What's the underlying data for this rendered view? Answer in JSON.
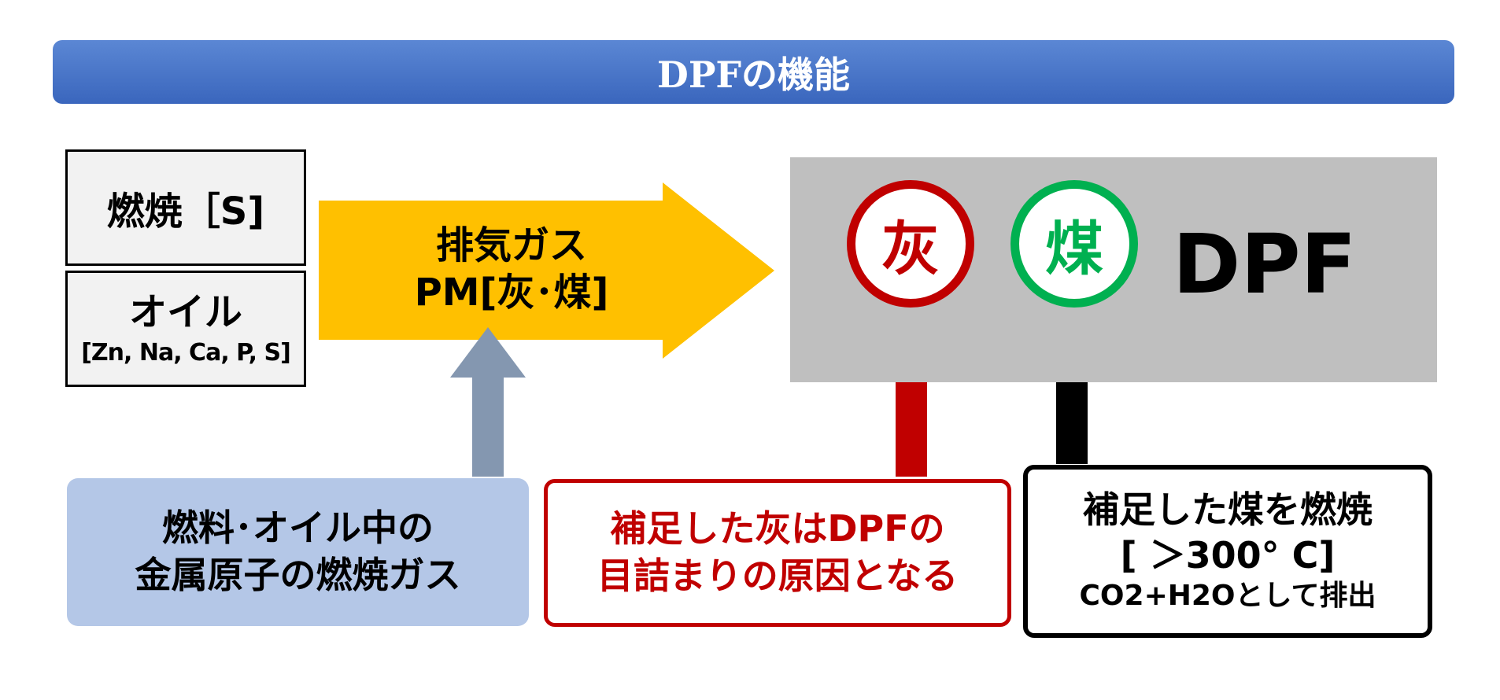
{
  "title": "DPFの機能",
  "sources": {
    "combustion": "燃焼［S]",
    "oil_main": "オイル",
    "oil_elements": "[Zn, Na, Ca, P, S]"
  },
  "exhaust": {
    "line1": "排気ガス",
    "line2": "PM[灰･煤]"
  },
  "dpf": {
    "ash_symbol": "灰",
    "soot_symbol": "煤",
    "label": "DPF"
  },
  "notes": {
    "metal_line1": "燃料･オイル中の",
    "metal_line2": "金属原子の燃焼ガス",
    "ash_line1": "補足した灰はDPFの",
    "ash_line2": "目詰まりの原因となる",
    "soot_line1": "補足した煤を燃焼",
    "soot_line2": "[ ＞300° C]",
    "soot_line3": "CO2+H2Oとして排出"
  },
  "colors": {
    "title_bar": "#3a66bd",
    "exhaust_arrow": "#ffc000",
    "metal_arrow": "#8497b0",
    "ash": "#c00000",
    "soot": "#00b050",
    "soot_arrow": "#000000",
    "dpf_box": "#bfbfbf",
    "metal_note": "#b4c7e7"
  }
}
